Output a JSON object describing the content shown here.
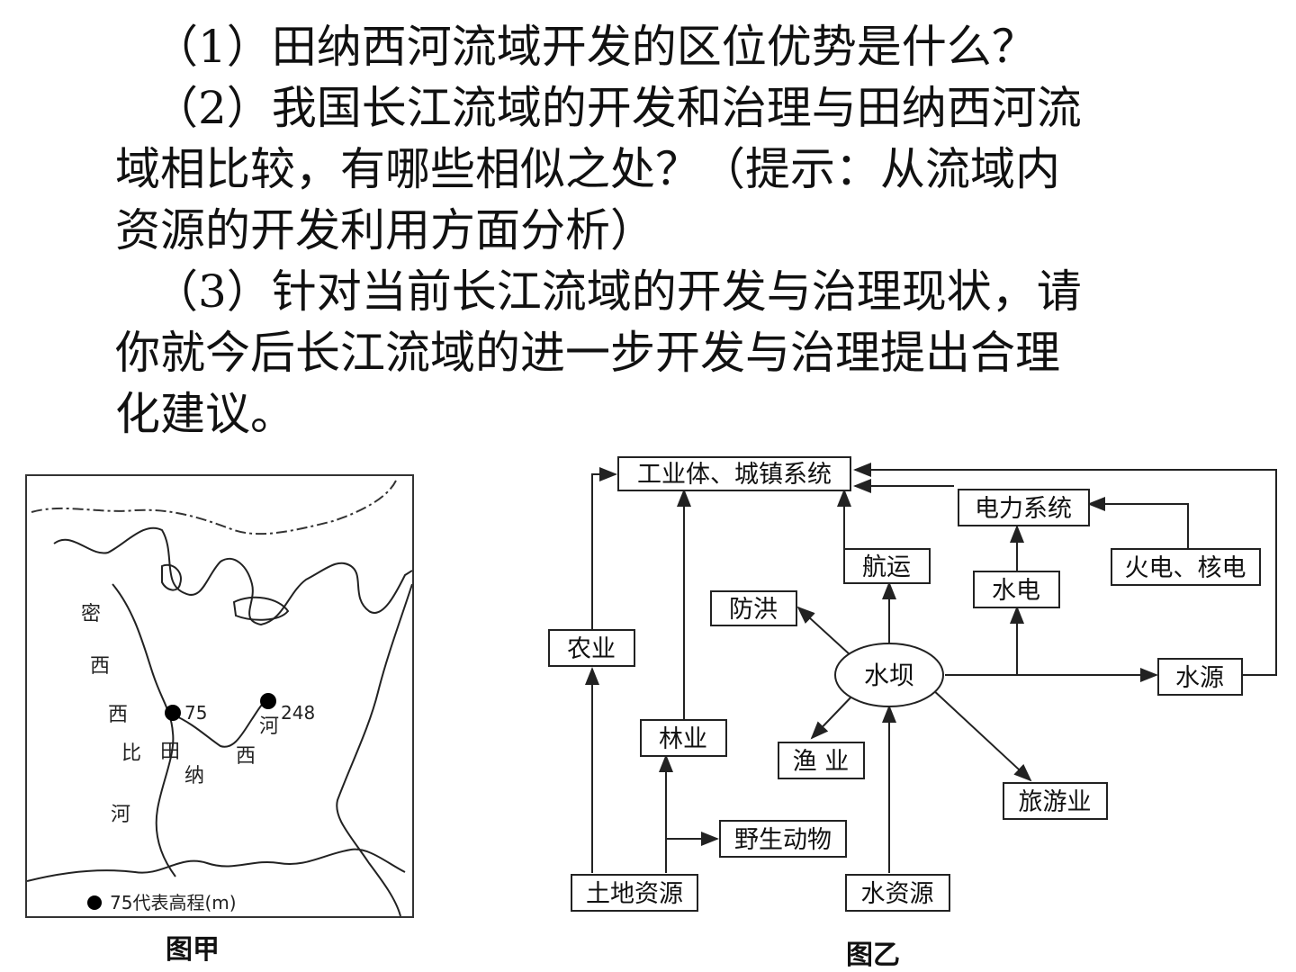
{
  "questions": {
    "q1": "（1）田纳西河流域开发的区位优势是什么？",
    "q2_lines": [
      "（2）我国长江流域的开发和治理与田纳西河流",
      "域相比较，有哪些相似之处？（提示：从流域内",
      "资源的开发利用方面分析）"
    ],
    "q3_lines": [
      "（3）针对当前长江流域的开发与治理现状，请",
      "你就今后长江流域的进一步开发与治理提出合理",
      "化建议。"
    ]
  },
  "map": {
    "caption": "图甲",
    "river1_chars": [
      "密",
      "西",
      "西",
      "比",
      "河"
    ],
    "river2_chars": [
      "田",
      "纳",
      "西",
      "河"
    ],
    "elevations": [
      "75",
      "248"
    ],
    "legend": "75代表高程(m)"
  },
  "flow": {
    "caption": "图乙",
    "nodes": {
      "industry": "工业体、城镇系统",
      "power": "电力系统",
      "shipping": "航运",
      "thermal": "火电、核电",
      "flood": "防洪",
      "hydro": "水电",
      "agri": "农业",
      "dam": "水坝",
      "water_source": "水源",
      "forestry": "林业",
      "fishery": "渔 业",
      "tourism": "旅游业",
      "wildlife": "野生动物",
      "land": "土地资源",
      "water_res": "水资源"
    }
  }
}
